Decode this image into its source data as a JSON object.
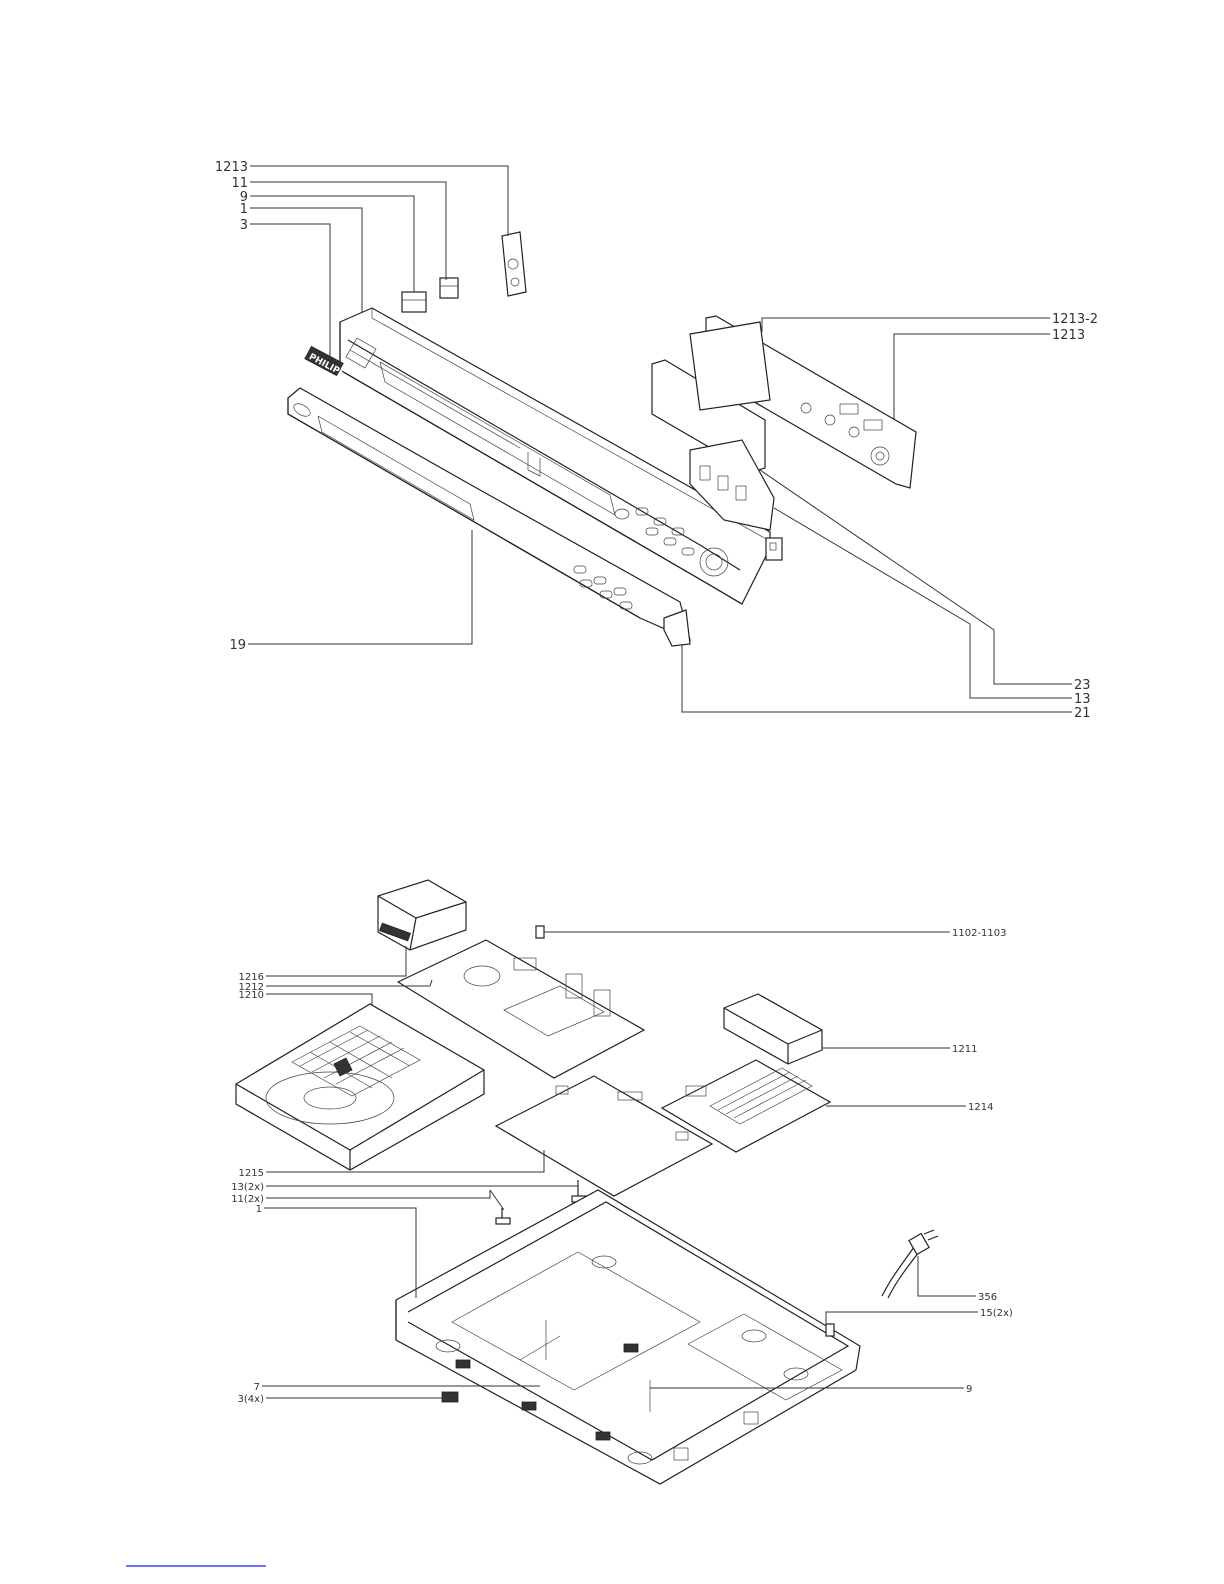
{
  "top_callouts": [
    {
      "id": "t1213a",
      "text": "1213"
    },
    {
      "id": "t11",
      "text": "11"
    },
    {
      "id": "t9",
      "text": "9"
    },
    {
      "id": "t1",
      "text": "1"
    },
    {
      "id": "t3",
      "text": "3"
    },
    {
      "id": "t1213-2",
      "text": "1213-2"
    },
    {
      "id": "t1213b",
      "text": "1213"
    },
    {
      "id": "t19",
      "text": "19"
    },
    {
      "id": "t23",
      "text": "23"
    },
    {
      "id": "t13",
      "text": "13"
    },
    {
      "id": "t21",
      "text": "21"
    }
  ],
  "bottom_callouts": [
    {
      "id": "b1102",
      "text": "1102-1103"
    },
    {
      "id": "b1216",
      "text": "1216"
    },
    {
      "id": "b1212",
      "text": "1212"
    },
    {
      "id": "b1210",
      "text": "1210"
    },
    {
      "id": "b1211",
      "text": "1211"
    },
    {
      "id": "b1214",
      "text": "1214"
    },
    {
      "id": "b1215",
      "text": "1215"
    },
    {
      "id": "b13",
      "text": "13(2x)"
    },
    {
      "id": "b11",
      "text": "11(2x)"
    },
    {
      "id": "b1",
      "text": "1"
    },
    {
      "id": "b356",
      "text": "356"
    },
    {
      "id": "b15",
      "text": "15(2x)"
    },
    {
      "id": "b7",
      "text": "7"
    },
    {
      "id": "b3",
      "text": "3(4x)"
    },
    {
      "id": "b9",
      "text": "9"
    }
  ],
  "brand_mark": "PHILIPS",
  "colors": {
    "line": "#222222",
    "link": "#1a1aff"
  }
}
